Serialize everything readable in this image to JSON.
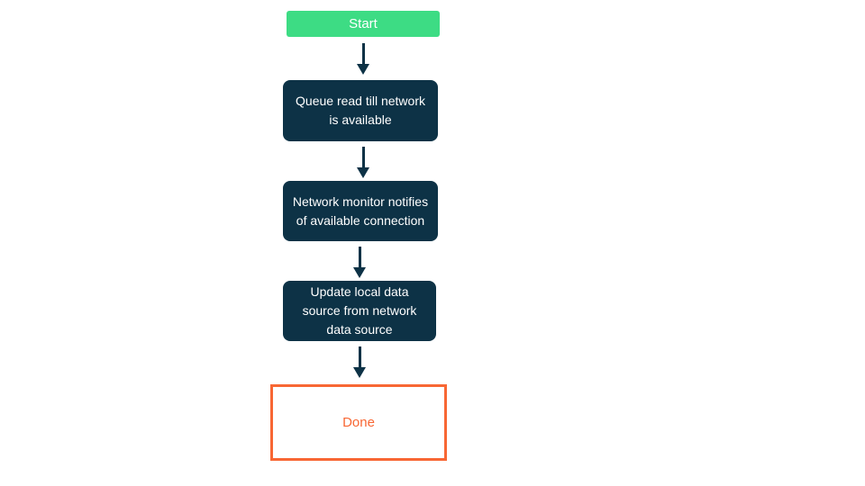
{
  "colors": {
    "green": "#3DDC84",
    "navy": "#0D3246",
    "orange": "#F86734",
    "white": "#FFFFFF"
  },
  "flowchart": {
    "type": "flowchart",
    "direction": "top-down",
    "nodes": [
      {
        "id": "start",
        "type": "start",
        "label": "Start"
      },
      {
        "id": "queue",
        "type": "process",
        "label": "Queue read till network is available"
      },
      {
        "id": "monitor",
        "type": "process",
        "label": "Network monitor notifies of available connection"
      },
      {
        "id": "update",
        "type": "process",
        "label": "Update local data source from network data source"
      },
      {
        "id": "done",
        "type": "end",
        "label": "Done"
      }
    ],
    "edges": [
      {
        "from": "start",
        "to": "queue"
      },
      {
        "from": "queue",
        "to": "monitor"
      },
      {
        "from": "monitor",
        "to": "update"
      },
      {
        "from": "update",
        "to": "done"
      }
    ]
  }
}
